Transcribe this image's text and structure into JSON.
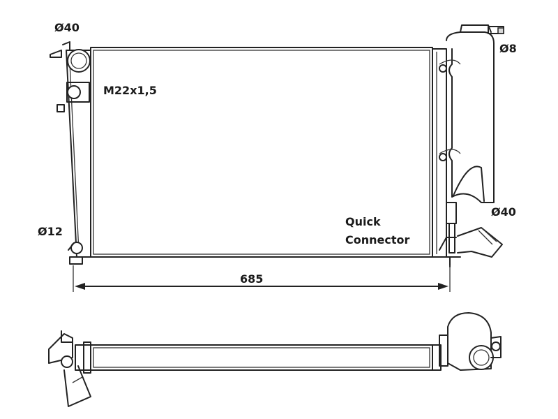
{
  "labels": {
    "inlet_diameter": "Ø40",
    "thread_spec": "M22x1,5",
    "tank_cap_diameter": "Ø8",
    "drain_diameter": "Ø12",
    "outlet_diameter": "Ø40",
    "connector_line1": "Quick",
    "connector_line2": "Connector",
    "width_dimension": "685"
  },
  "colors": {
    "line": "#222222",
    "background": "#ffffff",
    "shade": "#d9d9d9"
  }
}
